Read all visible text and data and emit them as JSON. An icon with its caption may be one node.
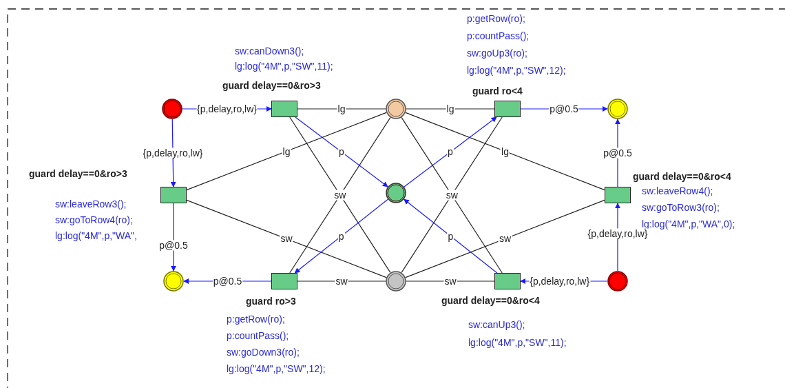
{
  "diagram": {
    "nodes": [
      {
        "text": [],
        "shape": "circle"
      },
      {
        "text": [
          "sw:canDown3();",
          "lg:log(\"4M\",p,\"SW\",11);",
          "guard delay==0&ro>3"
        ]
      },
      {
        "text": [],
        "shape": "circle"
      },
      {
        "text": [
          "p:getRow(ro);",
          "p:countPass();",
          "sw:goUp3(ro);",
          "lg:log(\"4M\",p,\"SW\",12);",
          "guard ro<4"
        ]
      },
      {
        "text": [],
        "shape": "circle"
      },
      {
        "text": [
          "guard delay==0&ro>3",
          "sw:leaveRow3();",
          "sw:goToRow4(ro);",
          "lg:log(\"4M\",p,\"WA\","
        ]
      },
      {
        "text": [],
        "shape": "circle"
      },
      {
        "text": [
          "guard delay==0&ro<4",
          "sw:leaveRow4();",
          "sw:goToRow3(ro);",
          "lg:log(\"4M\",p,\"WA\",0);"
        ]
      },
      {
        "text": [],
        "shape": "circle"
      },
      {
        "text": [
          "guard ro>3",
          "p:getRow(ro);",
          "p:countPass();",
          "sw:goDown3(ro);",
          "lg:log(\"4M\",p,\"SW\",12);"
        ]
      },
      {
        "text": [],
        "shape": "circle"
      },
      {
        "text": [
          "guard delay==0&ro<4",
          "sw:canUp3();",
          "lg:log(\"4M\",p,\"SW\",11);"
        ]
      },
      {
        "text": [],
        "shape": "circle"
      }
    ],
    "edges": [
      {
        "from": 0,
        "to": 1,
        "arrow": "to",
        "label": "{p,delay,ro,lw}",
        "color": "#1a1aff"
      },
      {
        "from": 0,
        "to": 5,
        "arrow": "to",
        "label": "{p,delay,ro,lw}",
        "color": "#1a1aff"
      },
      {
        "from": 1,
        "to": 2,
        "arrow": "none",
        "label": "lg",
        "color": "#222222"
      },
      {
        "from": 1,
        "to": 6,
        "arrow": "to",
        "label": "p",
        "color": "#1a1aff"
      },
      {
        "from": 1,
        "to": 10,
        "arrow": "none",
        "label": "sw",
        "color": "#222222"
      },
      {
        "from": 5,
        "to": 2,
        "arrow": "none",
        "label": "lg",
        "color": "#222222"
      },
      {
        "from": 5,
        "to": 10,
        "arrow": "none",
        "label": "sw",
        "color": "#222222"
      },
      {
        "from": 5,
        "to": 8,
        "arrow": "to",
        "label": "p@0.5",
        "color": "#1a1aff"
      },
      {
        "from": 9,
        "to": 8,
        "arrow": "to",
        "label": "p@0.5",
        "color": "#1a1aff"
      },
      {
        "from": 9,
        "to": 10,
        "arrow": "none",
        "label": "sw",
        "color": "#222222"
      },
      {
        "from": 6,
        "to": 9,
        "arrow": "to",
        "label": "p",
        "color": "#1a1aff"
      },
      {
        "from": 2,
        "to": 9,
        "arrow": "none",
        "color": "#222222"
      },
      {
        "from": 2,
        "to": 3,
        "arrow": "none",
        "label": "lg",
        "color": "#222222"
      },
      {
        "from": 6,
        "to": 3,
        "arrow": "to",
        "label": "p",
        "color": "#1a1aff"
      },
      {
        "from": 3,
        "to": 4,
        "arrow": "to",
        "label": "p@0.5",
        "color": "#1a1aff"
      },
      {
        "from": 3,
        "to": 10,
        "arrow": "none",
        "label": "sw",
        "color": "#222222"
      },
      {
        "from": 2,
        "to": 7,
        "arrow": "none",
        "label": "lg",
        "color": "#222222"
      },
      {
        "from": 2,
        "to": 11,
        "arrow": "none",
        "color": "#222222"
      },
      {
        "from": 7,
        "to": 4,
        "arrow": "to",
        "label": "p@0.5",
        "color": "#1a1aff"
      },
      {
        "from": 10,
        "to": 7,
        "arrow": "none",
        "label": "sw",
        "color": "#222222"
      },
      {
        "from": 11,
        "to": 6,
        "arrow": "to",
        "label": "p",
        "color": "#1a1aff"
      },
      {
        "from": 10,
        "to": 11,
        "arrow": "none",
        "label": "sw",
        "color": "#222222"
      },
      {
        "from": 12,
        "to": 11,
        "arrow": "to",
        "label": "{p,delay,ro,lw}",
        "color": "#1a1aff"
      },
      {
        "from": 12,
        "to": 7,
        "arrow": "to",
        "label": "{p,delay,ro,lw}",
        "color": "#1a1aff"
      }
    ]
  }
}
